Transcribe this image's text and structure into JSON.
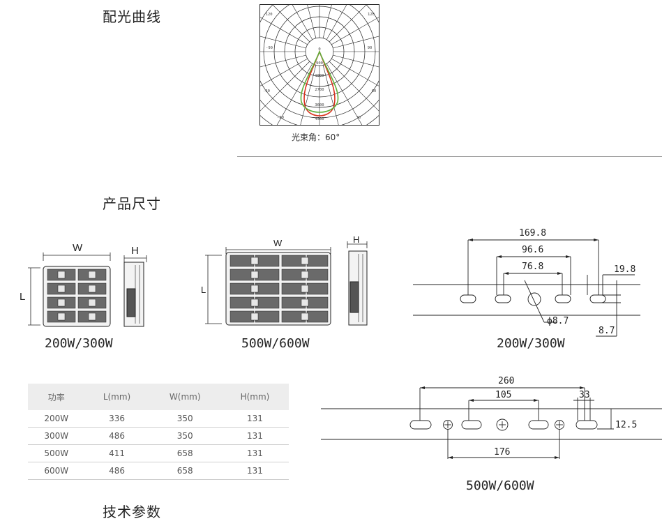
{
  "sections": {
    "light_curve_title": "配光曲线",
    "dimensions_title": "产品尺寸",
    "specs_title": "技术参数"
  },
  "polar": {
    "caption": "光束角：60°",
    "angle_labels": [
      "-120",
      "120",
      "-90",
      "90",
      "-60",
      "60",
      "-30",
      "30",
      "0"
    ],
    "intensity_labels": [
      "900",
      "1800",
      "2700",
      "3600",
      "4500"
    ]
  },
  "drawings": {
    "small_w": "W",
    "small_h": "H",
    "small_l": "L",
    "large_w": "W",
    "large_h": "H",
    "large_l": "L",
    "small_model": "200W/300W",
    "large_model": "500W/600W"
  },
  "mount_small": {
    "dim_a": "169.8",
    "dim_b": "96.6",
    "dim_c": "76.8",
    "dim_d": "19.8",
    "hole": "ϕ8.7",
    "dim_e": "8.7",
    "model": "200W/300W"
  },
  "mount_large": {
    "dim_a": "260",
    "dim_b": "105",
    "dim_c": "33",
    "dim_d": "12.5",
    "dim_e": "176",
    "model": "500W/600W"
  },
  "table": {
    "headers": [
      "功率",
      "L(mm)",
      "W(mm)",
      "H(mm)"
    ],
    "rows": [
      [
        "200W",
        "336",
        "350",
        "131"
      ],
      [
        "300W",
        "486",
        "350",
        "131"
      ],
      [
        "500W",
        "411",
        "658",
        "131"
      ],
      [
        "600W",
        "486",
        "658",
        "131"
      ]
    ]
  }
}
